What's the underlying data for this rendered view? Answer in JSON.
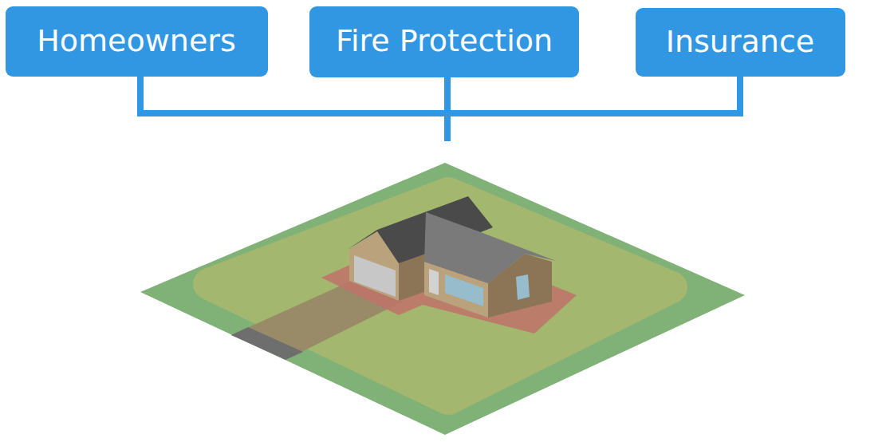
{
  "diagram": {
    "nodes": [
      {
        "text": [
          "Homeowners"
        ]
      },
      {
        "text": [
          "Fire Protection"
        ]
      },
      {
        "text": [
          "Insurance"
        ]
      }
    ]
  }
}
